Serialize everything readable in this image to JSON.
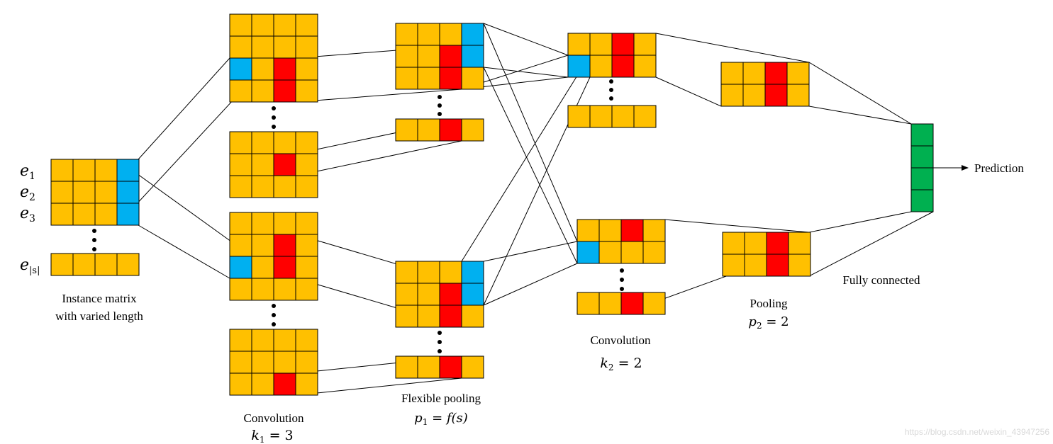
{
  "colors": {
    "orange": "#FFC000",
    "red": "#FF0000",
    "blue": "#00B0F0",
    "green": "#00B050",
    "stroke": "#000000"
  },
  "diagram": {
    "row_labels": [
      {
        "base": "e",
        "sub": "1"
      },
      {
        "base": "e",
        "sub": "2"
      },
      {
        "base": "e",
        "sub": "3"
      },
      {
        "base": "e",
        "sub": "|s|"
      }
    ],
    "instance_caption": [
      "Instance matrix",
      "with varied length"
    ],
    "conv1_caption": "Convolution",
    "conv1_param": {
      "base": "k",
      "sub": "1",
      "rest": " = 3"
    },
    "flex_caption": "Flexible pooling",
    "flex_param": {
      "base": "p",
      "sub": "1",
      "rest": " = f(s)"
    },
    "conv2_caption": "Convolution",
    "conv2_param": {
      "base": "k",
      "sub": "2",
      "rest": " = 2"
    },
    "pool2_caption": "Pooling",
    "pool2_param": {
      "base": "p",
      "sub": "2",
      "rest": " = 2"
    },
    "fc_caption": "Fully connected",
    "output_label": "Prediction"
  },
  "watermark": "https://blog.csdn.net/weixin_43947256"
}
